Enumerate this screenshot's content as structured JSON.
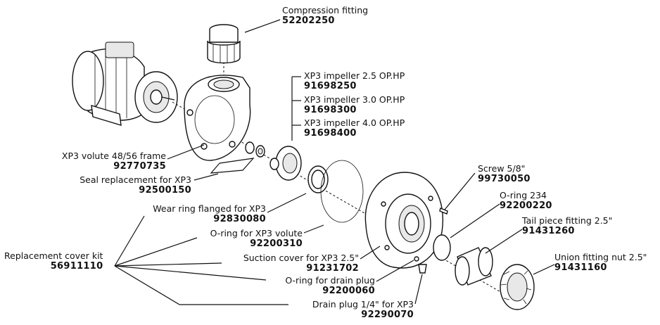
{
  "parts": [
    {
      "id": "compression-fitting",
      "name": "Compression fitting",
      "code": "52202250"
    },
    {
      "id": "impeller-25",
      "name": "XP3 impeller 2.5 OP.HP",
      "code": "91698250"
    },
    {
      "id": "impeller-30",
      "name": "XP3 impeller 3.0 OP.HP",
      "code": "91698300"
    },
    {
      "id": "impeller-40",
      "name": "XP3 impeller 4.0 OP.HP",
      "code": "91698400"
    },
    {
      "id": "volute",
      "name": "XP3 volute 48/56 frame",
      "code": "92770735"
    },
    {
      "id": "seal",
      "name": "Seal replacement for XP3",
      "code": "92500150"
    },
    {
      "id": "wear-ring",
      "name": "Wear ring flanged for XP3",
      "code": "92830080"
    },
    {
      "id": "oring-volute",
      "name": "O-ring for XP3 volute",
      "code": "92200310"
    },
    {
      "id": "cover-kit",
      "name": "Replacement cover kit",
      "code": "56911110"
    },
    {
      "id": "suction-cover",
      "name": "Suction cover for XP3 2.5\"",
      "code": "91231702"
    },
    {
      "id": "oring-drain",
      "name": "O-ring for drain plug",
      "code": "92200060"
    },
    {
      "id": "drain-plug",
      "name": "Drain plug 1/4\" for XP3",
      "code": "92290070"
    },
    {
      "id": "screw",
      "name": "Screw 5/8\"",
      "code": "99730050"
    },
    {
      "id": "oring-234",
      "name": "O-ring 234",
      "code": "92200220"
    },
    {
      "id": "tail-piece",
      "name": "Tail piece fitting 2.5\"",
      "code": "91431260"
    },
    {
      "id": "union-nut",
      "name": "Union fitting nut 2.5\"",
      "code": "91431160"
    }
  ]
}
